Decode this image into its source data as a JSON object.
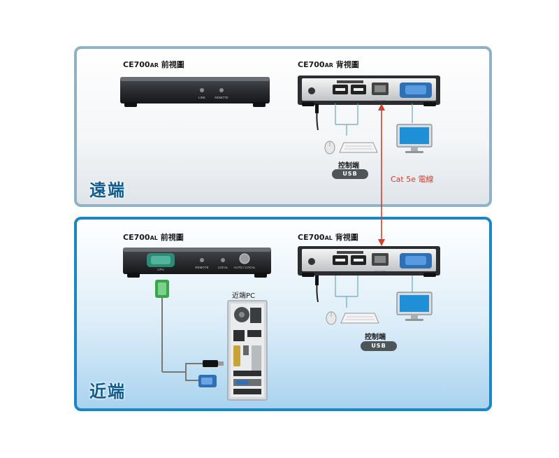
{
  "remote": {
    "zone_label": "遠端",
    "front_title": {
      "model": "CE700",
      "suffix": "AR",
      "view": " 前視圖"
    },
    "rear_title": {
      "model": "CE700",
      "suffix": "AR",
      "view": " 背視圖"
    },
    "front_ports": [
      "LINK",
      "REMOTE"
    ],
    "console_label": "控制端",
    "usb_label": "USB"
  },
  "local": {
    "zone_label": "近端",
    "front_title": {
      "model": "CE700",
      "suffix": "AL",
      "view": " 前視圖"
    },
    "rear_title": {
      "model": "CE700",
      "suffix": "AL",
      "view": " 背視圖"
    },
    "front_ports": [
      "CPU",
      "REMOTE",
      "LOCAL",
      "AUTO / LOCAL"
    ],
    "console_label": "控制端",
    "usb_label": "USB",
    "pc_label": "近端PC"
  },
  "cable_label": "Cat 5e 電線",
  "colors": {
    "remote_border": "#8fb2c9",
    "local_border": "#1a86c5",
    "cable": "#d2402f",
    "zone_text": "#0f5b8f"
  }
}
